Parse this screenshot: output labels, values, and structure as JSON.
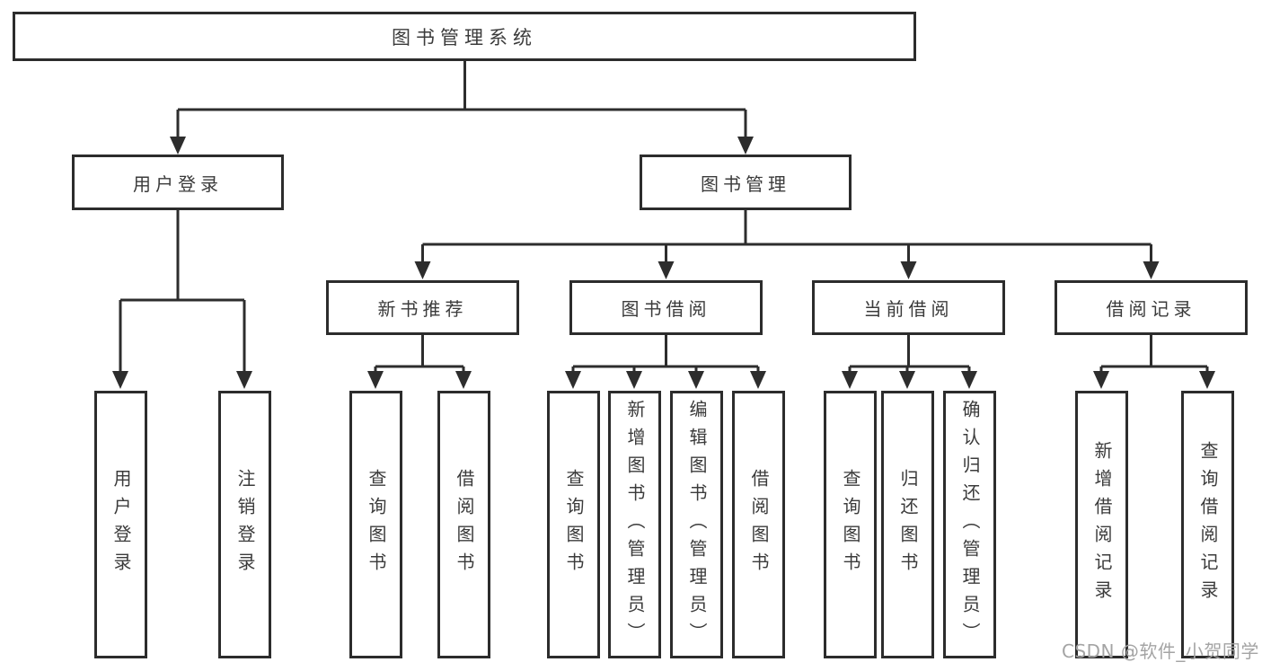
{
  "diagram": {
    "root": {
      "label": "图书管理系统"
    },
    "branches": {
      "user_login": {
        "label": "用户登录",
        "children": [
          {
            "label": "用户登录"
          },
          {
            "label": "注销登录"
          }
        ]
      },
      "book_management": {
        "label": "图书管理",
        "sections": [
          {
            "label": "新书推荐",
            "children": [
              {
                "label": "查询图书"
              },
              {
                "label": "借阅图书"
              }
            ]
          },
          {
            "label": "图书借阅",
            "children": [
              {
                "label": "查询图书"
              },
              {
                "label": "新增图书（管理员）"
              },
              {
                "label": "编辑图书（管理员）"
              },
              {
                "label": "借阅图书"
              }
            ]
          },
          {
            "label": "当前借阅",
            "children": [
              {
                "label": "查询图书"
              },
              {
                "label": "归还图书"
              },
              {
                "label": "确认归还（管理员）"
              }
            ]
          },
          {
            "label": "借阅记录",
            "children": [
              {
                "label": "新增借阅记录"
              },
              {
                "label": "查询借阅记录"
              }
            ]
          }
        ]
      }
    },
    "line_color": "#2d2d2d",
    "watermark": "CSDN @软件_小贺同学"
  }
}
